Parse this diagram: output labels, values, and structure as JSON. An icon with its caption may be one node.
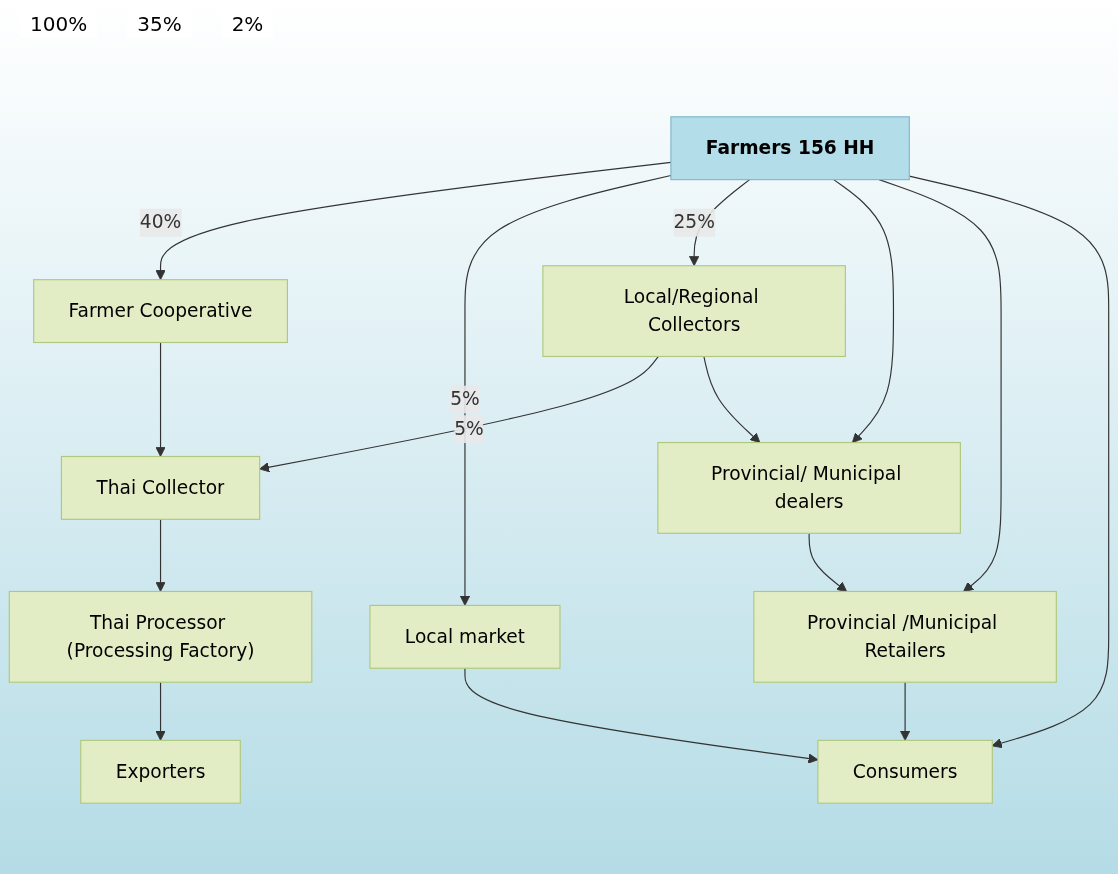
{
  "diagram": {
    "nodes": [
      {
        "text": [
          "Farmers 156 HH"
        ]
      },
      {
        "text": [
          "Farmer Cooperative"
        ]
      },
      {
        "text": [
          "Local market"
        ]
      },
      {
        "text": [
          "Local/Regional Collectors"
        ]
      },
      {
        "text": [
          "Thai Collector"
        ]
      },
      {
        "text": [
          "Provincial/ Municipal dealers"
        ]
      },
      {
        "text": [
          "Thai Processor (Processing Factory)"
        ]
      },
      {
        "text": [
          "Provincial /Municipal Retailers"
        ]
      },
      {
        "text": [
          "Exporters"
        ]
      },
      {
        "text": [
          "Consumers"
        ]
      }
    ],
    "edges": [
      {
        "from": 0,
        "to": 1,
        "arrow": "to",
        "label": "40%"
      },
      {
        "from": 0,
        "to": 2,
        "arrow": "to",
        "label": "5%"
      },
      {
        "from": 0,
        "to": 3,
        "arrow": "to",
        "label": "25%"
      },
      {
        "from": 0,
        "to": 5,
        "arrow": "to"
      },
      {
        "from": 0,
        "to": 7,
        "arrow": "to"
      },
      {
        "from": 0,
        "to": 9,
        "arrow": "to"
      },
      {
        "from": 1,
        "to": 4,
        "arrow": "to"
      },
      {
        "from": 2,
        "to": 9,
        "arrow": "to"
      },
      {
        "from": 3,
        "to": 4,
        "arrow": "to",
        "label": "5%"
      },
      {
        "from": 3,
        "to": 5,
        "arrow": "to"
      },
      {
        "from": 5,
        "to": 7,
        "arrow": "to"
      },
      {
        "from": 7,
        "to": 9,
        "arrow": "to"
      },
      {
        "from": 4,
        "to": 6,
        "arrow": "to"
      },
      {
        "from": 6,
        "to": 8,
        "arrow": "to"
      }
    ],
    "labels": [
      "100%",
      "35%",
      "2%"
    ]
  }
}
